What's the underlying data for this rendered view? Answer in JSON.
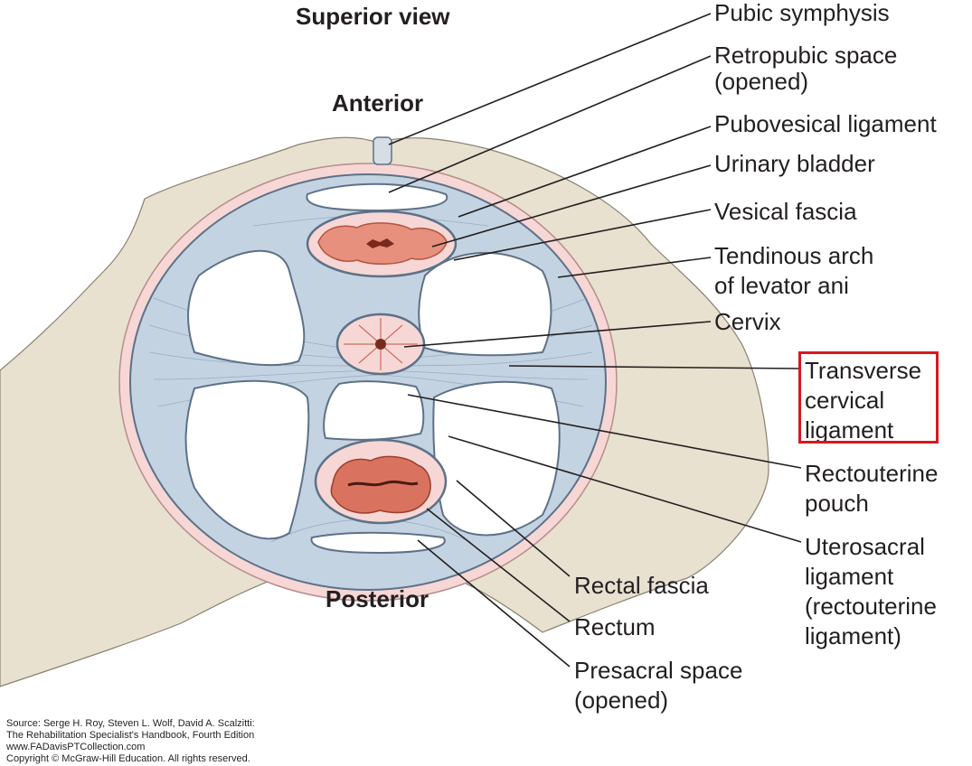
{
  "headings": {
    "view": "Superior view",
    "anterior": "Anterior",
    "posterior": "Posterior"
  },
  "labels": {
    "pubic_symphysis": [
      "Pubic symphysis"
    ],
    "retropubic_space": [
      "Retropubic space",
      "(opened)"
    ],
    "pubovesical_ligament": [
      "Pubovesical ligament"
    ],
    "urinary_bladder": [
      "Urinary bladder"
    ],
    "vesical_fascia": [
      "Vesical fascia"
    ],
    "tendinous_arch": [
      "Tendinous arch",
      "of levator ani"
    ],
    "cervix": [
      "Cervix"
    ],
    "transverse_cervical_ligament": [
      "Transverse",
      "cervical",
      "ligament"
    ],
    "rectouterine_pouch": [
      "Rectouterine",
      "pouch"
    ],
    "uterosacral_ligament": [
      "Uterosacral",
      "ligament",
      "(rectouterine",
      "ligament)"
    ],
    "rectal_fascia": [
      "Rectal fascia"
    ],
    "rectum": [
      "Rectum"
    ],
    "presacral_space": [
      "Presacral space",
      "(opened)"
    ]
  },
  "source": [
    "Source: Serge H. Roy, Steven L. Wolf, David A. Scalzitti:",
    "The Rehabilitation Specialist's Handbook, Fourth Edition",
    "www.FADavisPTCollection.com",
    "Copyright © McGraw-Hill Education. All rights reserved."
  ],
  "colors": {
    "bone": "#e8e1d0",
    "peritoneum_pink": "#f6d7d5",
    "fascia_blue": "#c4d3e2",
    "fascia_outline": "#5d7187",
    "organ_pink": "#f0b9ae",
    "organ_red": "#d9735f",
    "highlight": "#d71920",
    "line": "#231f20"
  }
}
